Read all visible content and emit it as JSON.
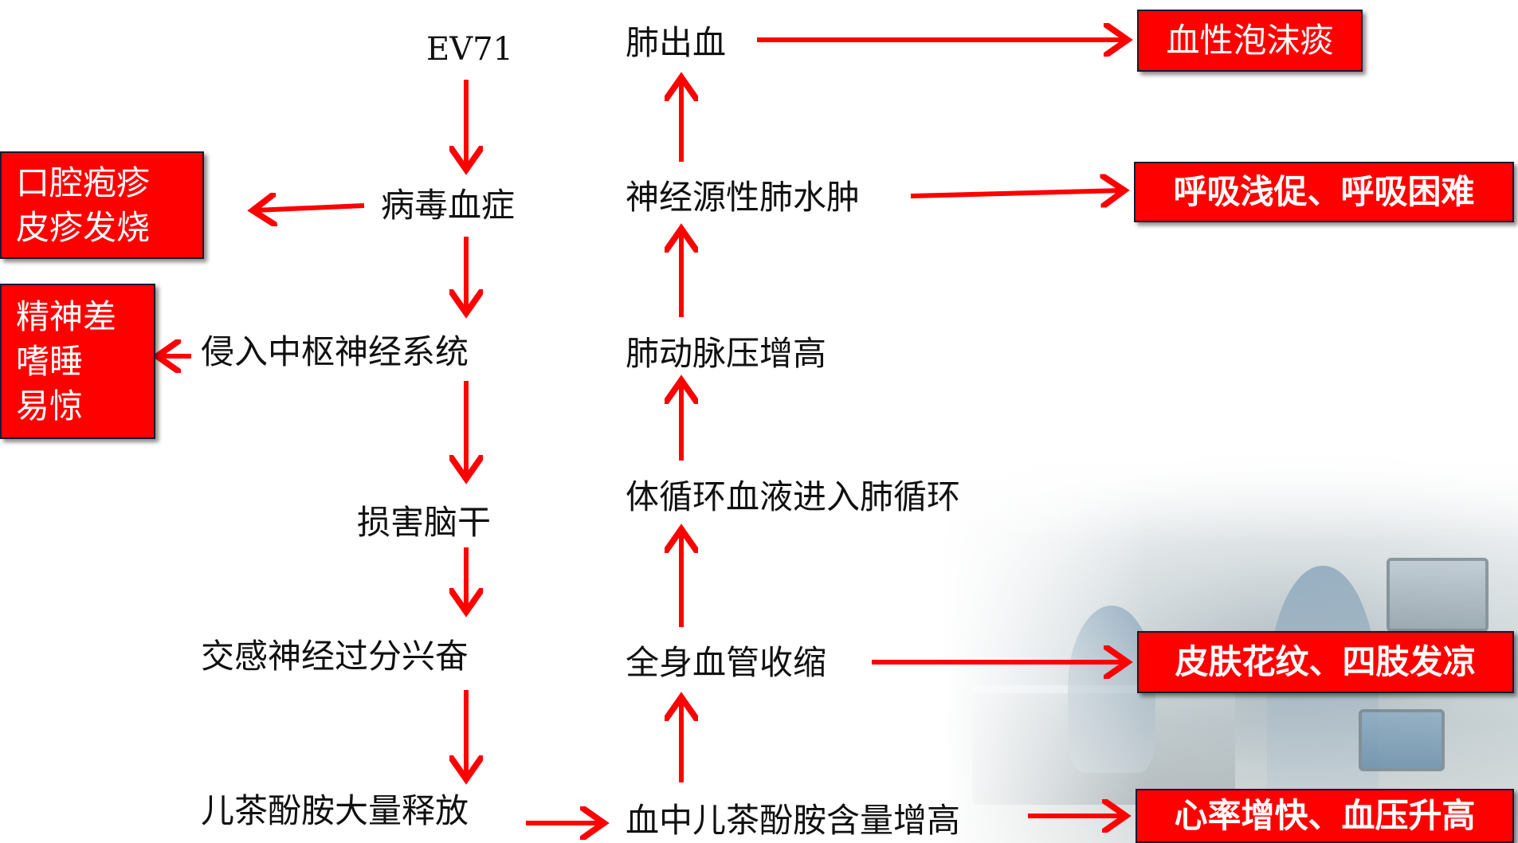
{
  "colors": {
    "arrow": "#ff0000",
    "box_fill": "#ff0000",
    "box_text": "#ffffff",
    "node_text": "#111111"
  },
  "left_chain": {
    "ev71": "EV71",
    "viremia": "病毒血症",
    "cns": "侵入中枢神经系统",
    "brainstem": "损害脑干",
    "sympathetic": "交感神经过分兴奋",
    "catecholamine": "儿茶酚胺大量释放"
  },
  "right_chain": {
    "blood_catecholamine": "血中儿茶酚胺含量增高",
    "vasoconstriction": "全身血管收缩",
    "circulation": "体循环血液进入肺循环",
    "pulmonary_pressure": "肺动脉压增高",
    "edema": "神经源性肺水肿",
    "hemorrhage": "肺出血"
  },
  "symptom_boxes": {
    "oral": "口腔疱疹\n皮疹发烧",
    "mental": "精神差\n嗜睡\n易惊",
    "sputum": "血性泡沫痰",
    "breathing": "呼吸浅促、呼吸困难",
    "skin": "皮肤花纹、四肢发凉",
    "heart": "心率增快、血压升高"
  }
}
